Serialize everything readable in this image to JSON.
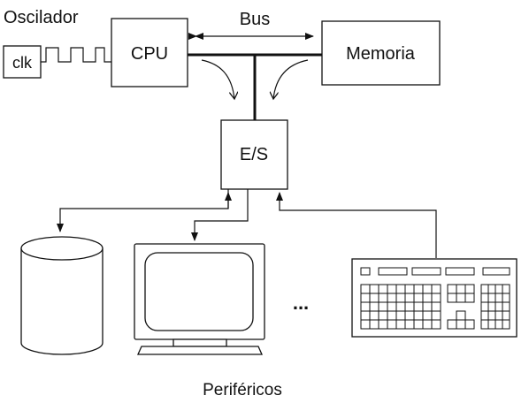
{
  "labels": {
    "oscillator": "Oscilador",
    "clock": "clk",
    "cpu": "CPU",
    "bus": "Bus",
    "memory": "Memoria",
    "io": "E/S",
    "ellipsis": "...",
    "peripherals": "Periféricos"
  }
}
